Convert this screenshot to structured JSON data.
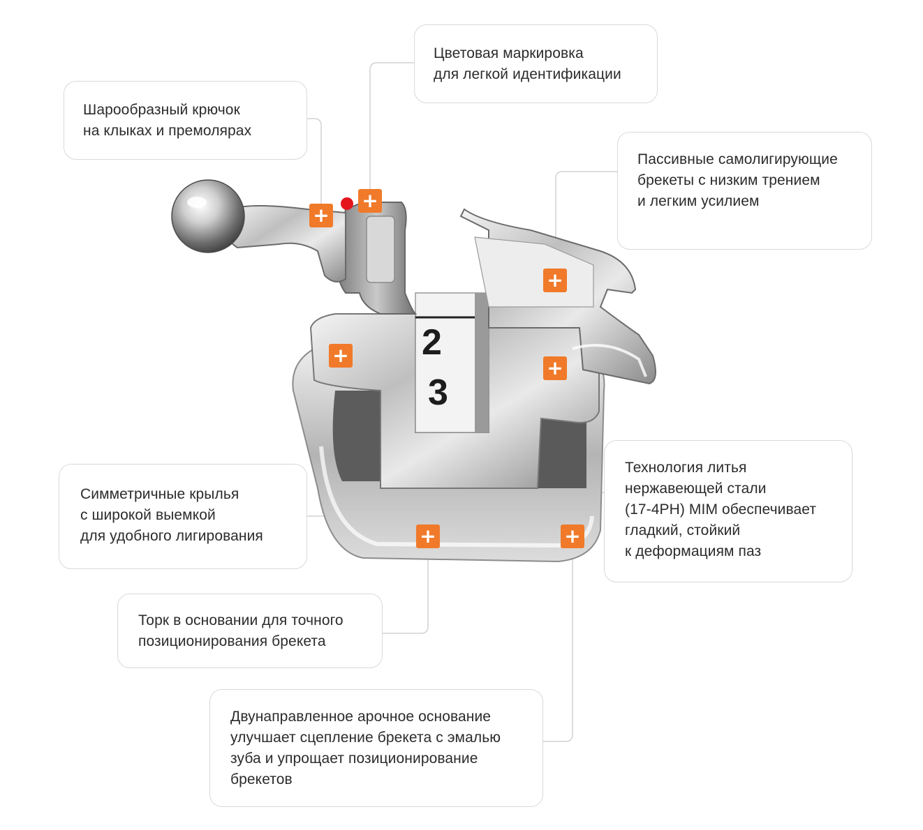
{
  "accent_color": "#f07a2a",
  "marker_symbol": "+",
  "slot_digits": [
    "2",
    "3"
  ],
  "callouts": {
    "hook": {
      "lines": [
        "Шарообразный крючок",
        "на клыках и премолярах"
      ]
    },
    "color": {
      "lines": [
        "Цветовая маркировка",
        "для легкой идентификации"
      ]
    },
    "passive": {
      "lines": [
        "Пассивные самолигирующие",
        "брекеты с низким трением",
        "и легким усилием"
      ]
    },
    "wings": {
      "lines": [
        "Симметричные крылья",
        "с широкой выемкой",
        "для удобного лигирования"
      ]
    },
    "mim": {
      "lines": [
        "Технология литья",
        "нержавеющей  стали",
        "(17-4PH) MIM обеспечивает",
        "гладкий, стойкий",
        "к деформациям паз"
      ]
    },
    "torque": {
      "lines": [
        "Торк в основании  для точного",
        "позиционирования брекета"
      ]
    },
    "base": {
      "lines": [
        "Двунаправленное арочное основание",
        "улучшает сцепление брекета с эмалью",
        "зуба и упрощает позиционирование",
        "брекетов"
      ]
    }
  }
}
